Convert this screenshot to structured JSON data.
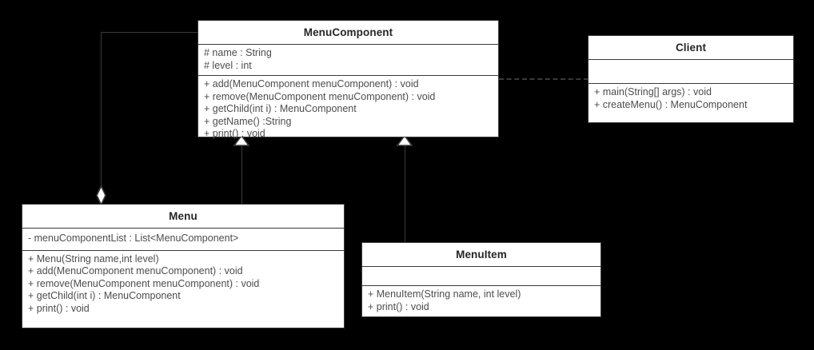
{
  "diagram": {
    "title_semantic": "composite-pattern-menu-uml",
    "background_color": "#000000",
    "box_fill": "#ffffff",
    "border_color": "#3a3a3a",
    "title_text_color": "#262626",
    "member_text_color": "#4d4d4d"
  },
  "classes": {
    "menu_component": {
      "name": "MenuComponent",
      "attributes": [
        "# name : String",
        "# level : int"
      ],
      "methods": [
        "+ add(MenuComponent menuComponent) : void",
        "+ remove(MenuComponent menuComponent) : void",
        "+ getChild(int i) : MenuComponent",
        "+ getName() :String",
        "+ print() : void"
      ]
    },
    "client": {
      "name": "Client",
      "attributes": [],
      "methods": [
        "+ main(String[] args) : void",
        "+ createMenu() : MenuComponent"
      ]
    },
    "menu": {
      "name": "Menu",
      "attributes": [
        "- menuComponentList : List<MenuComponent>"
      ],
      "methods": [
        "+ Menu(String name,int level)",
        "+ add(MenuComponent menuComponent) : void",
        "+ remove(MenuComponent menuComponent) : void",
        "+ getChild(int i) : MenuComponent",
        "+ print() : void"
      ]
    },
    "menu_item": {
      "name": "MenuItem",
      "attributes": [],
      "methods": [
        "+ MenuItem(String name, int level)",
        "+ print() : void"
      ]
    }
  },
  "relationships": [
    {
      "name": "aggregation-menu-to-menucomponent",
      "type": "aggregation",
      "from": "Menu",
      "to": "MenuComponent",
      "marker": "hollow-diamond"
    },
    {
      "name": "generalization-menu-to-menucomponent",
      "type": "generalization",
      "from": "Menu",
      "to": "MenuComponent",
      "marker": "hollow-triangle"
    },
    {
      "name": "generalization-menuitem-to-menucomponent",
      "type": "generalization",
      "from": "MenuItem",
      "to": "MenuComponent",
      "marker": "hollow-triangle"
    },
    {
      "name": "dependency-client-to-menucomponent",
      "type": "dependency",
      "from": "Client",
      "to": "MenuComponent",
      "marker": "dashed-line"
    }
  ]
}
